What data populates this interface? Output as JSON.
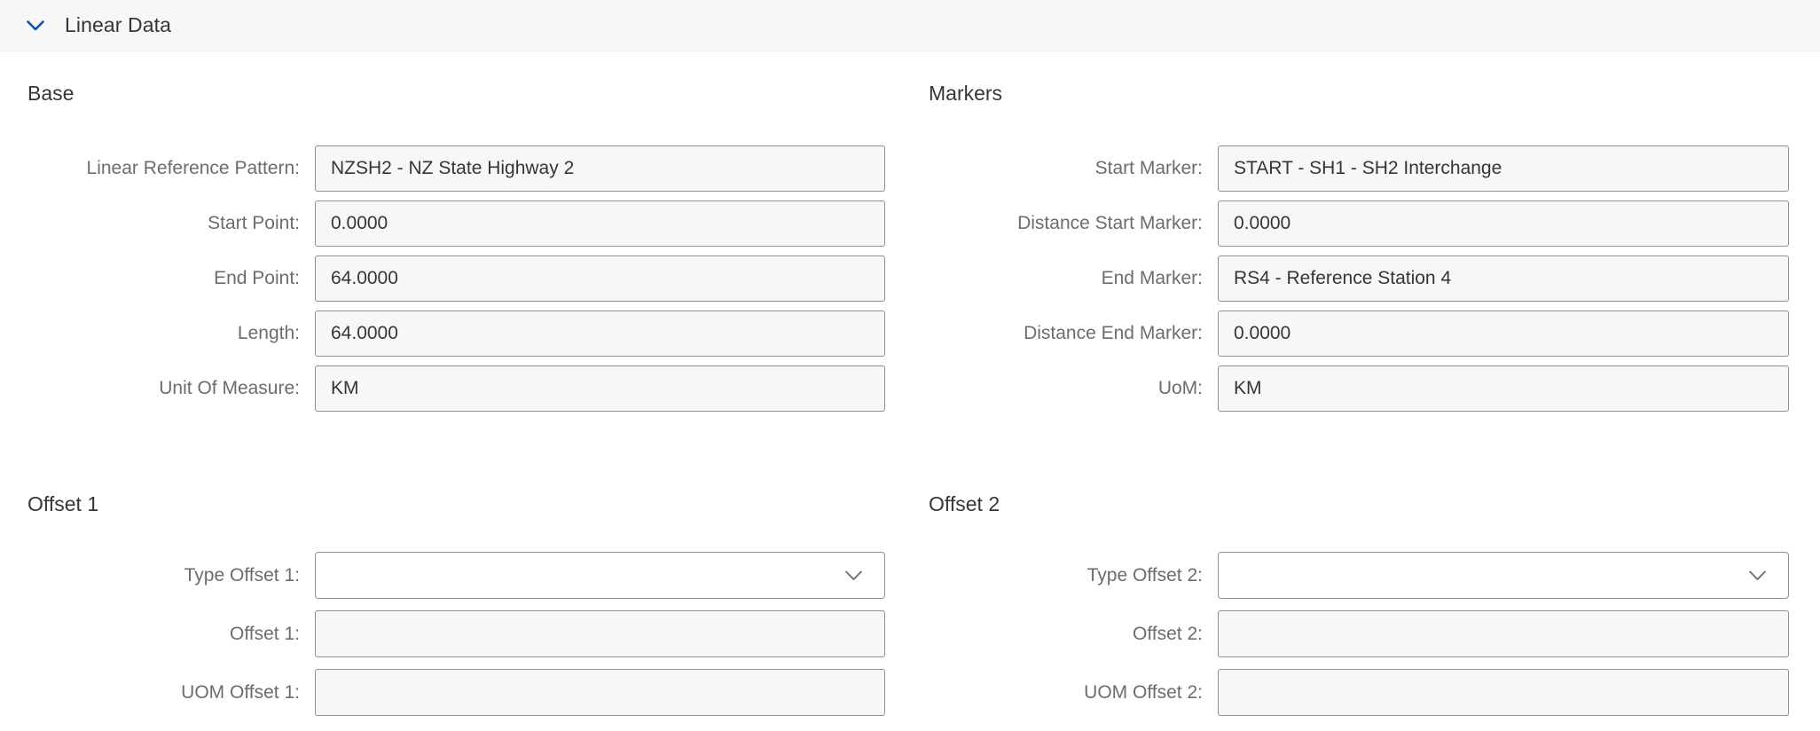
{
  "panel": {
    "title": "Linear Data",
    "state": "expanded"
  },
  "colors": {
    "accent_blue": "#0854a0",
    "header_bg": "#f7f7f8",
    "field_bg_readonly": "#f7f7f8",
    "field_bg_editable": "#ffffff",
    "field_border": "#89919a",
    "label_gray": "#6a6d70",
    "text_dark": "#32363a"
  },
  "sections": {
    "base": {
      "heading": "Base",
      "fields": [
        {
          "label": "Linear Reference Pattern:",
          "value": "NZSH2 - NZ State Highway 2"
        },
        {
          "label": "Start Point:",
          "value": "0.0000"
        },
        {
          "label": "End Point:",
          "value": "64.0000"
        },
        {
          "label": "Length:",
          "value": "64.0000"
        },
        {
          "label": "Unit Of Measure:",
          "value": "KM"
        }
      ]
    },
    "markers": {
      "heading": "Markers",
      "fields": [
        {
          "label": "Start Marker:",
          "value": "START - SH1 - SH2 Interchange"
        },
        {
          "label": "Distance Start Marker:",
          "value": "0.0000"
        },
        {
          "label": "End Marker:",
          "value": "RS4 - Reference Station 4"
        },
        {
          "label": "Distance End Marker:",
          "value": "0.0000"
        },
        {
          "label": "UoM:",
          "value": "KM"
        }
      ]
    },
    "offset1": {
      "heading": "Offset 1",
      "fields": [
        {
          "label": "Type Offset 1:",
          "value": "",
          "type": "dropdown"
        },
        {
          "label": "Offset 1:",
          "value": ""
        },
        {
          "label": "UOM Offset 1:",
          "value": ""
        }
      ]
    },
    "offset2": {
      "heading": "Offset 2",
      "fields": [
        {
          "label": "Type Offset 2:",
          "value": "",
          "type": "dropdown"
        },
        {
          "label": "Offset 2:",
          "value": ""
        },
        {
          "label": "UOM Offset 2:",
          "value": ""
        }
      ]
    }
  }
}
